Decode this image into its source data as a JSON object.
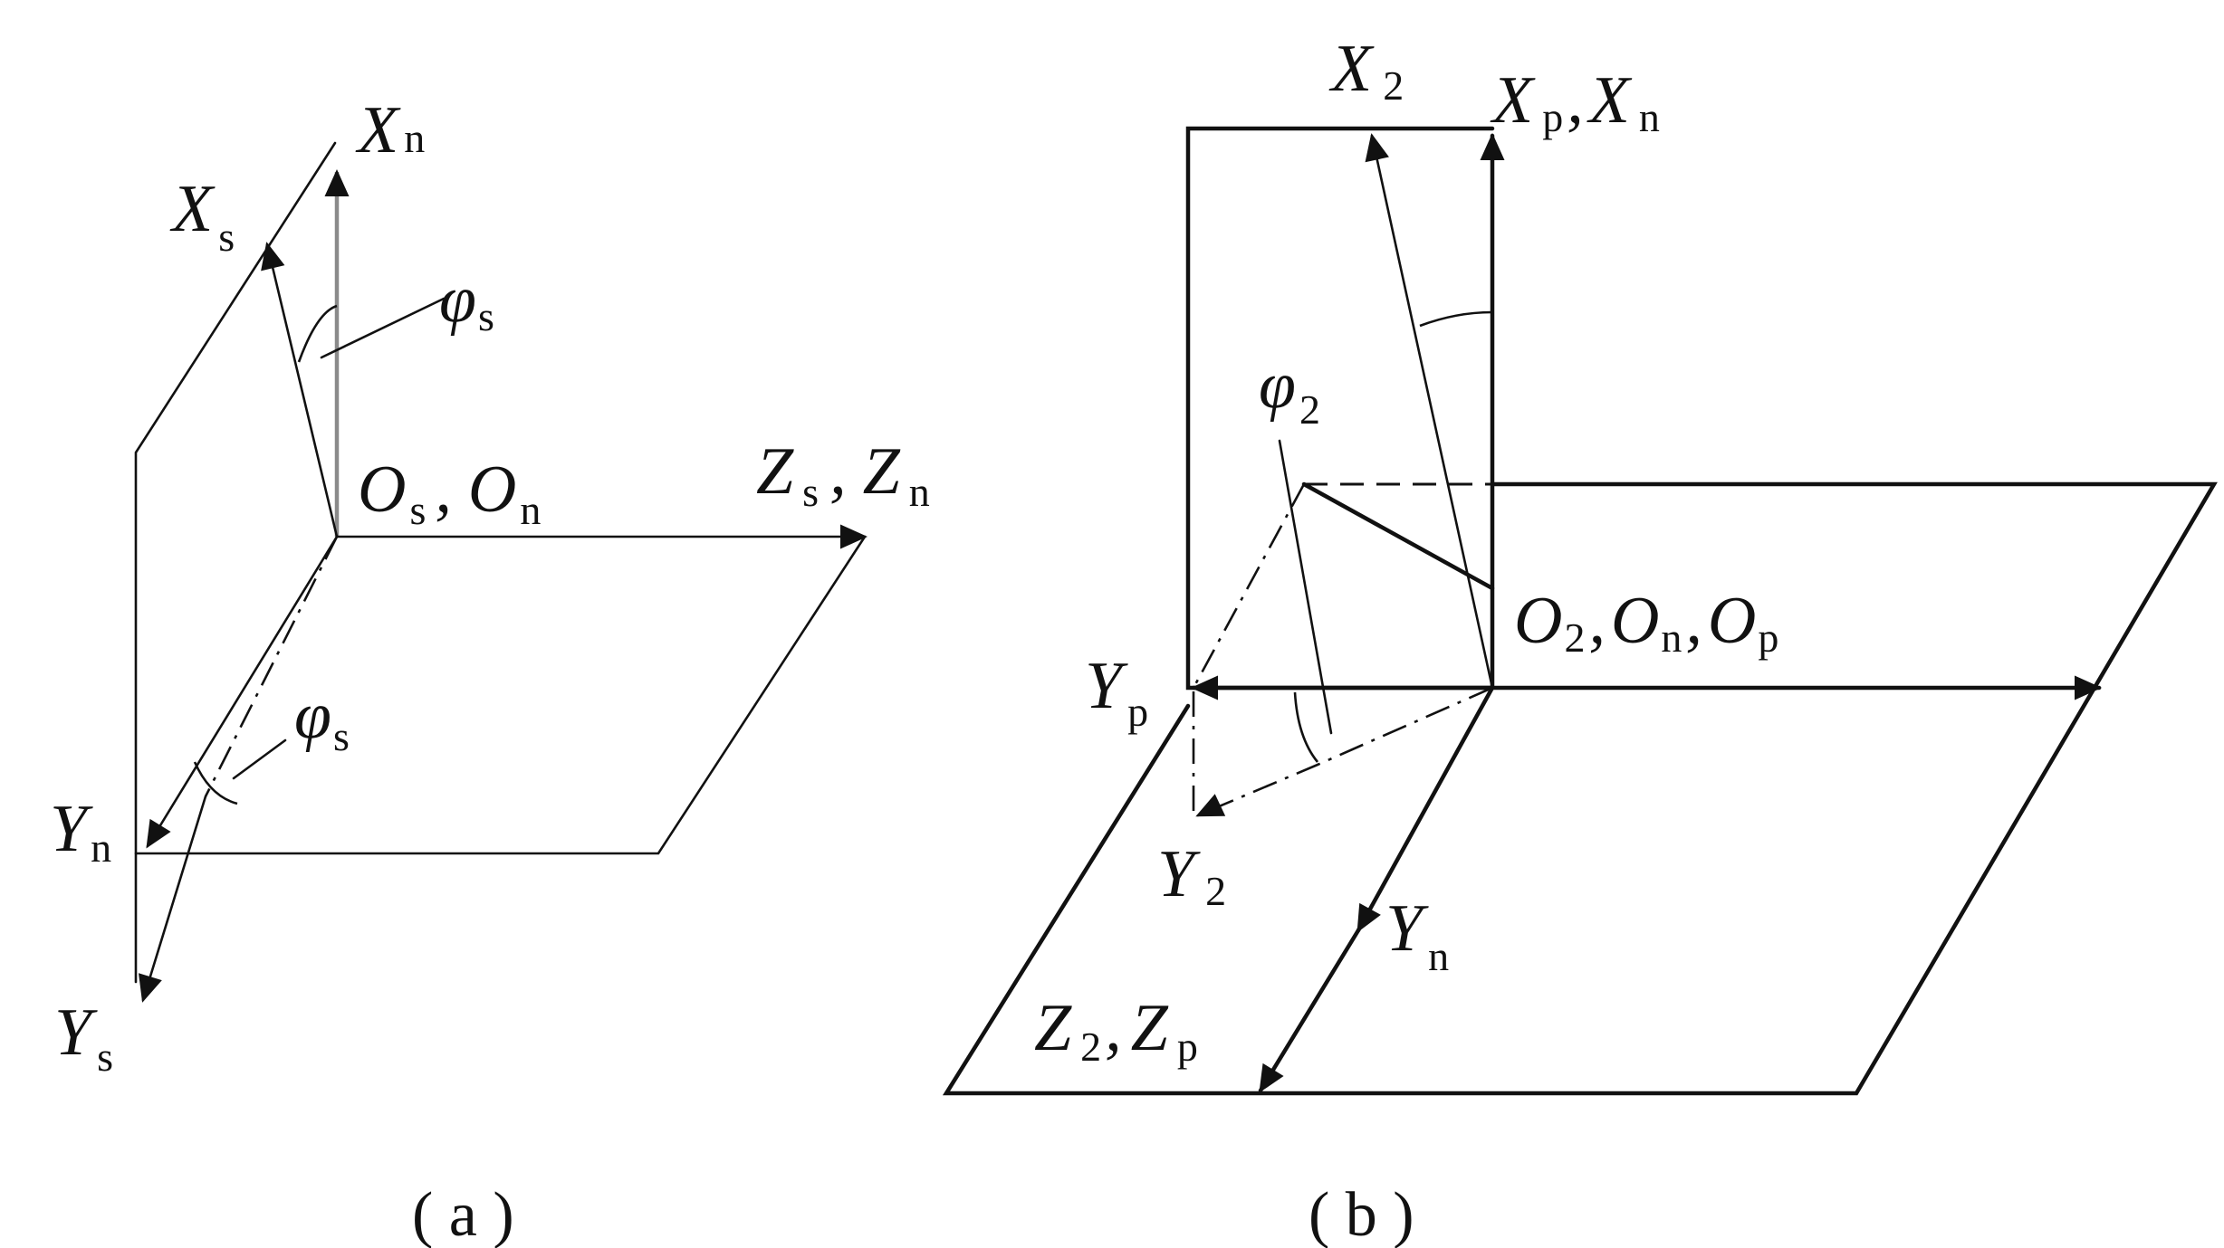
{
  "panel_a": {
    "caption": "( a )",
    "labels": {
      "x_n": {
        "main": "X",
        "sub": "n"
      },
      "x_s": {
        "main": "X",
        "sub": "s"
      },
      "phi_s_top": {
        "main": "φ",
        "sub": "s"
      },
      "origin": {
        "a_main": "O",
        "a_sub": "s",
        "sep": ",",
        "b_main": "O",
        "b_sub": "n"
      },
      "z": {
        "a_main": "Z",
        "a_sub": "s",
        "sep": ",",
        "b_main": "Z",
        "b_sub": "n"
      },
      "phi_s_bottom": {
        "main": "φ",
        "sub": "s"
      },
      "y_n": {
        "main": "Y",
        "sub": "n"
      },
      "y_s": {
        "main": "Y",
        "sub": "s"
      }
    }
  },
  "panel_b": {
    "caption": "( b )",
    "labels": {
      "x_2": {
        "main": "X",
        "sub": "2"
      },
      "x_pn": {
        "a_main": "X",
        "a_sub": "p",
        "sep": ",",
        "b_main": "X",
        "b_sub": "n"
      },
      "phi_2": {
        "main": "φ",
        "sub": "2"
      },
      "origin": {
        "a_main": "O",
        "a_sub": "2",
        "sep1": ",",
        "b_main": "O",
        "b_sub": "n",
        "sep2": ",",
        "c_main": "O",
        "c_sub": "p"
      },
      "y_p": {
        "main": "Y",
        "sub": "p"
      },
      "y_2": {
        "main": "Y",
        "sub": "2"
      },
      "y_n": {
        "main": "Y",
        "sub": "n"
      },
      "z": {
        "a_main": "Z",
        "a_sub": "2",
        "sep": ",",
        "b_main": "Z",
        "b_sub": "p"
      }
    }
  }
}
